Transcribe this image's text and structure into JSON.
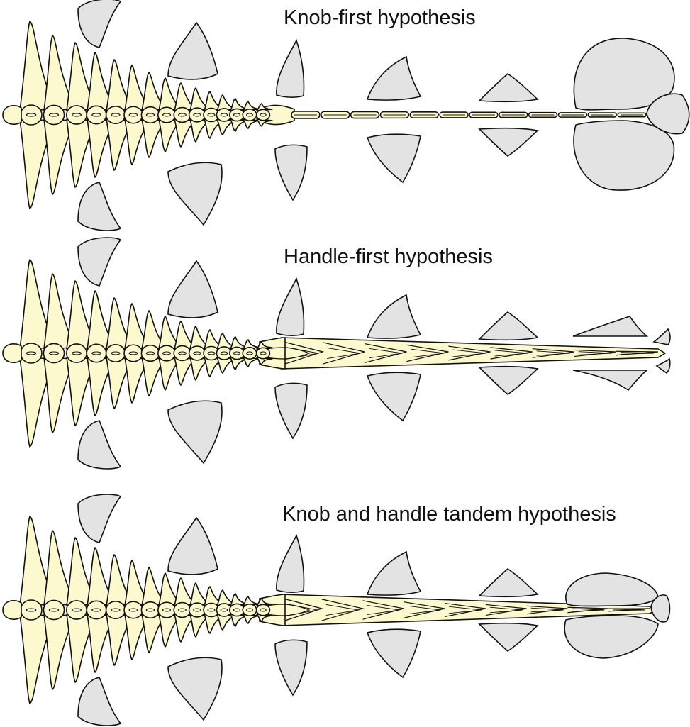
{
  "panels": [
    {
      "title": "Knob-first hypothesis",
      "variant": "knob"
    },
    {
      "title": "Handle-first hypothesis",
      "variant": "handle"
    },
    {
      "title": "Knob and handle tandem hypothesis",
      "variant": "tandem"
    }
  ],
  "colors": {
    "bone": "#fcf9cf",
    "osteoderm": "#e3e3e3",
    "outline": "#111111",
    "background": "#ffffff"
  }
}
